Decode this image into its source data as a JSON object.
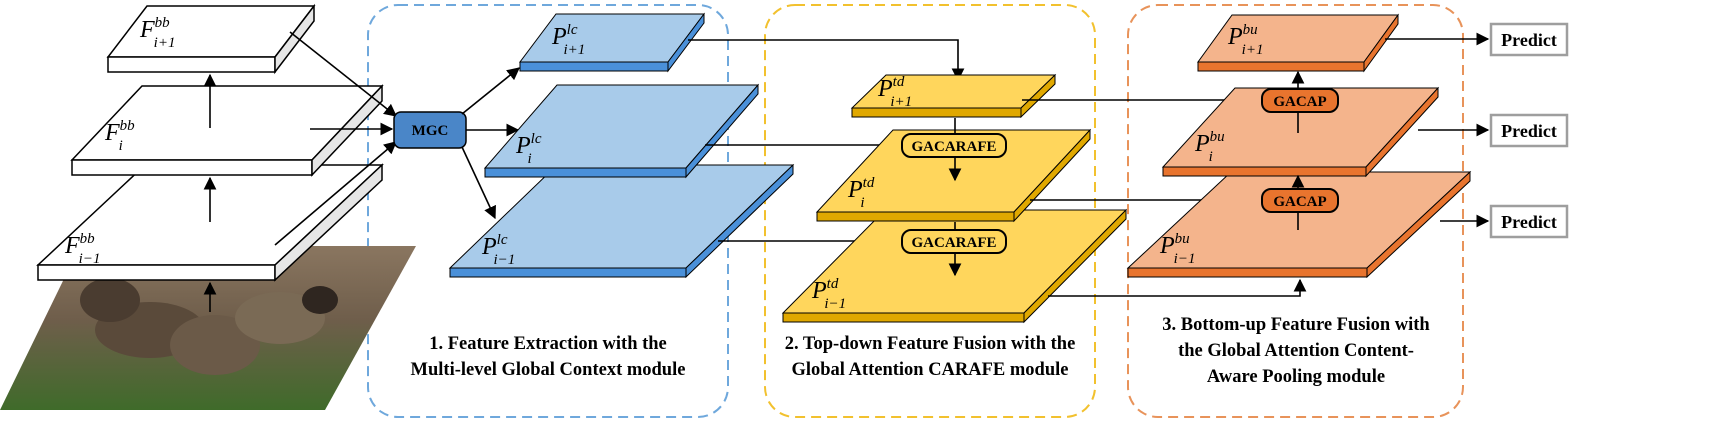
{
  "colors": {
    "backbone_top": "#ffffff",
    "backbone_side": "#e6e6e6",
    "lc_top": "#a8cbea",
    "lc_front": "#4a90d9",
    "td_top": "#ffd65c",
    "td_front": "#e0a800",
    "bu_top": "#f4b48c",
    "bu_front": "#e8742e",
    "mgc": "#4a86c8",
    "ga_fill": "#e8742e",
    "garafe_fill": "#ffd65c",
    "box1_border": "#6fa8dc",
    "box2_border": "#f2c12e",
    "box3_border": "#e8935a",
    "predict_border": "#9e9e9e"
  },
  "backbone": {
    "top": {
      "base": "F",
      "sup": "bb",
      "sub": "i+1"
    },
    "mid": {
      "base": "F",
      "sup": "bb",
      "sub": "i"
    },
    "bot": {
      "base": "F",
      "sup": "bb",
      "sub": "i−1"
    }
  },
  "mgc_label": "MGC",
  "lc": {
    "top": {
      "base": "P",
      "sup": "lc",
      "sub": "i+1"
    },
    "mid": {
      "base": "P",
      "sup": "lc",
      "sub": "i"
    },
    "bot": {
      "base": "P",
      "sup": "lc",
      "sub": "i−1"
    }
  },
  "td": {
    "top": {
      "base": "P",
      "sup": "td",
      "sub": "i+1"
    },
    "mid": {
      "base": "P",
      "sup": "td",
      "sub": "i"
    },
    "bot": {
      "base": "P",
      "sup": "td",
      "sub": "i−1"
    }
  },
  "bu": {
    "top": {
      "base": "P",
      "sup": "bu",
      "sub": "i+1"
    },
    "mid": {
      "base": "P",
      "sup": "bu",
      "sub": "i"
    },
    "bot": {
      "base": "P",
      "sup": "bu",
      "sub": "i−1"
    }
  },
  "gacarafe_label": "GACARAFE",
  "gacap_label": "GACAP",
  "predict_label": "Predict",
  "captions": {
    "box1": [
      "1. Feature Extraction with the",
      "Multi-level Global Context module"
    ],
    "box2": [
      "2. Top-down Feature Fusion with the",
      "Global Attention CARAFE module"
    ],
    "box3": [
      "3. Bottom-up Feature Fusion with",
      "the Global Attention Content-",
      "Aware Pooling module"
    ]
  },
  "photo_icon": "sheep-photo"
}
